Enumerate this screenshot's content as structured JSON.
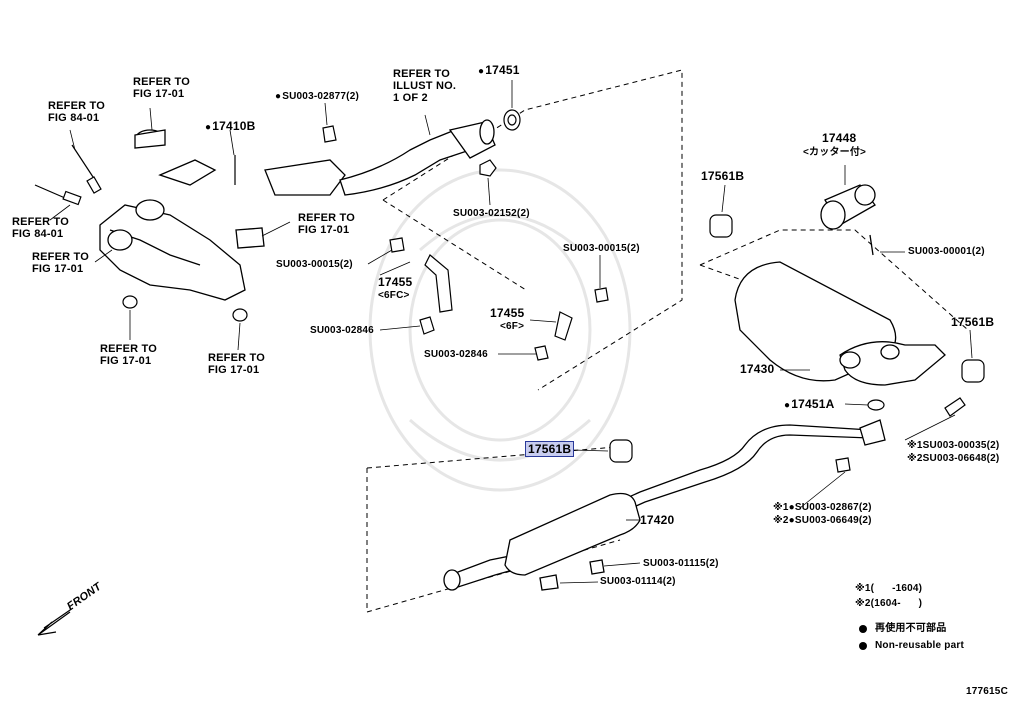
{
  "labels": {
    "refer_fig_84_01_a": "REFER TO\nFIG 84-01",
    "refer_fig_17_01_top": "REFER TO\nFIG 17-01",
    "refer_fig_84_01_b": "REFER TO\nFIG 84-01",
    "refer_fig_17_01_left": "REFER TO\nFIG 17-01",
    "refer_fig_17_01_right": "REFER TO\nFIG 17-01",
    "refer_fig_17_01_bottom_a": "REFER TO\nFIG 17-01",
    "refer_fig_17_01_bottom_b": "REFER TO\nFIG 17-01",
    "refer_illust": "REFER TO\nILLUST NO.\n1 OF 2",
    "p17410b": "17410B",
    "su003_02877": "SU003-02877(2)",
    "p17451": "17451",
    "su003_02152": "SU003-02152(2)",
    "su003_00015_left": "SU003-00015(2)",
    "su003_00015_right": "SU003-00015(2)",
    "p17455_6fc": "17455",
    "p17455_6fc_sub": "<6FC>",
    "p17455_6f": "17455",
    "p17455_6f_sub": "<6F>",
    "su003_02846_a": "SU003-02846",
    "su003_02846_b": "SU003-02846",
    "p17448": "17448",
    "p17448_sub": "<カッター付>",
    "p17561b_top": "17561B",
    "su003_00001": "SU003-00001(2)",
    "p17561b_right": "17561B",
    "p17430": "17430",
    "p17451a": "17451A",
    "p17561b_highlight": "17561B",
    "su003_00035": "※1SU003-00035(2)",
    "su003_06648": "※2SU003-06648(2)",
    "su003_02867": "※1●SU003-02867(2)",
    "su003_06649": "※2●SU003-06649(2)",
    "p17420": "17420",
    "su003_01115": "SU003-01115(2)",
    "su003_01114": "SU003-01114(2)",
    "front": "FRONT",
    "legend_1": "※1(      -1604)",
    "legend_2": "※2(1604-      )",
    "legend_reuse_jp": "再使用不可部品",
    "legend_reuse_en": "Non-reusable part",
    "fig_code": "177615C"
  },
  "colors": {
    "line": "#000000",
    "highlight_bg": "#c8cdf0",
    "highlight_border": "#2a3a9a",
    "watermark": "#e6e6e6"
  }
}
